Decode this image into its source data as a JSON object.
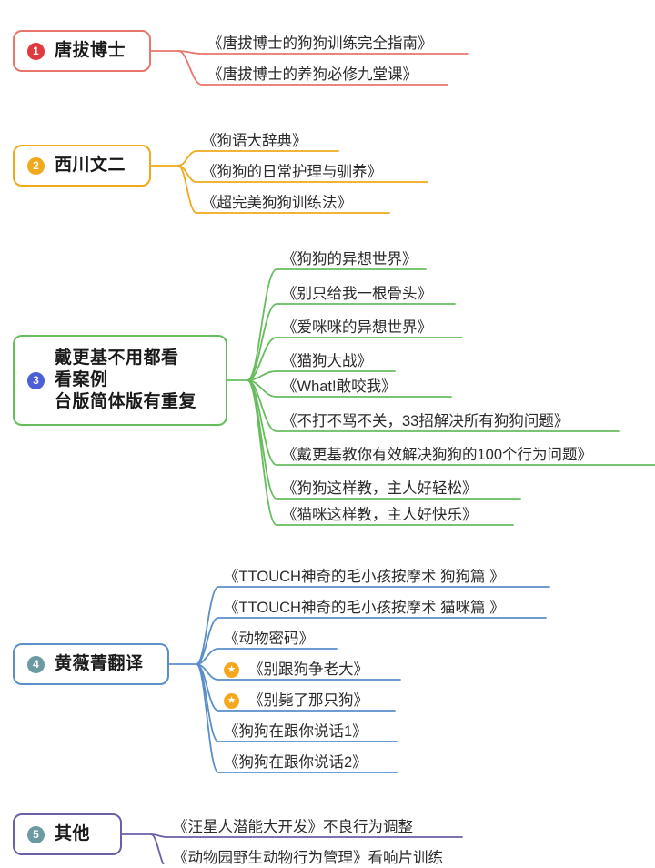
{
  "title": "狗狗训练书籍作者思维导图",
  "colors": {
    "red": "#e8756b",
    "red_badge": "#e0393e",
    "orange": "#f0a91c",
    "orange_badge": "#f0a91c",
    "green": "#67bd5e",
    "blue_badge": "#4a5fd8",
    "blue": "#5b8fc9",
    "teal_badge": "#6b9aa3",
    "purple": "#6c5fa8",
    "star": "#f5a81c",
    "text": "#2b2b2b",
    "node_text": "#1a1a1a"
  },
  "branches": [
    {
      "id": 1,
      "number": "1",
      "label": "唐拔博士",
      "color": "#e8756b",
      "badge_color": "#e0393e",
      "items": [
        {
          "text": "《唐拔博士的狗狗训练完全指南》",
          "star": false
        },
        {
          "text": "《唐拔博士的养狗必修九堂课》",
          "star": false
        }
      ]
    },
    {
      "id": 2,
      "number": "2",
      "label": "西川文二",
      "color": "#f0a91c",
      "badge_color": "#f0a91c",
      "items": [
        {
          "text": "《狗语大辞典》",
          "star": false
        },
        {
          "text": "《狗狗的日常护理与驯养》",
          "star": false
        },
        {
          "text": "《超完美狗狗训练法》",
          "star": false
        }
      ]
    },
    {
      "id": 3,
      "number": "3",
      "label": "戴更基不用都看\n看案例\n台版简体版有重复",
      "color": "#67bd5e",
      "badge_color": "#4a5fd8",
      "items": [
        {
          "text": "《狗狗的异想世界》",
          "star": false
        },
        {
          "text": "《别只给我一根骨头》",
          "star": false
        },
        {
          "text": "《爱咪咪的异想世界》",
          "star": false
        },
        {
          "text": "《猫狗大战》",
          "star": false
        },
        {
          "text": "《What!敢咬我》",
          "star": false
        },
        {
          "text": "《不打不骂不关，33招解决所有狗狗问题》",
          "star": false
        },
        {
          "text": "《戴更基教你有效解决狗狗的100个行为问题》",
          "star": false
        },
        {
          "text": "《狗狗这样教，主人好轻松》",
          "star": false
        },
        {
          "text": "《猫咪这样教，主人好快乐》",
          "star": false
        }
      ]
    },
    {
      "id": 4,
      "number": "4",
      "label": "黄薇菁翻译",
      "color": "#5b8fc9",
      "badge_color": "#6b9aa3",
      "items": [
        {
          "text": "《TTOUCH神奇的毛小孩按摩术 狗狗篇 》",
          "star": false
        },
        {
          "text": "《TTOUCH神奇的毛小孩按摩术 猫咪篇 》",
          "star": false
        },
        {
          "text": "《动物密码》",
          "star": false
        },
        {
          "text": "《别跟狗争老大》",
          "star": true
        },
        {
          "text": "《别毙了那只狗》",
          "star": true
        },
        {
          "text": "《狗狗在跟你说话1》",
          "star": false
        },
        {
          "text": "《狗狗在跟你说话2》",
          "star": false
        }
      ]
    },
    {
      "id": 5,
      "number": "5",
      "label": "其他",
      "color": "#6c5fa8",
      "badge_color": "#6b9aa3",
      "items": [
        {
          "text": "《汪星人潜能大开发》不良行为调整",
          "star": false
        },
        {
          "text": "《动物园野生动物行为管理》看响片训练",
          "star": false
        }
      ]
    }
  ],
  "icons": {
    "star": "star-icon",
    "number_badge": "number-badge-icon"
  }
}
